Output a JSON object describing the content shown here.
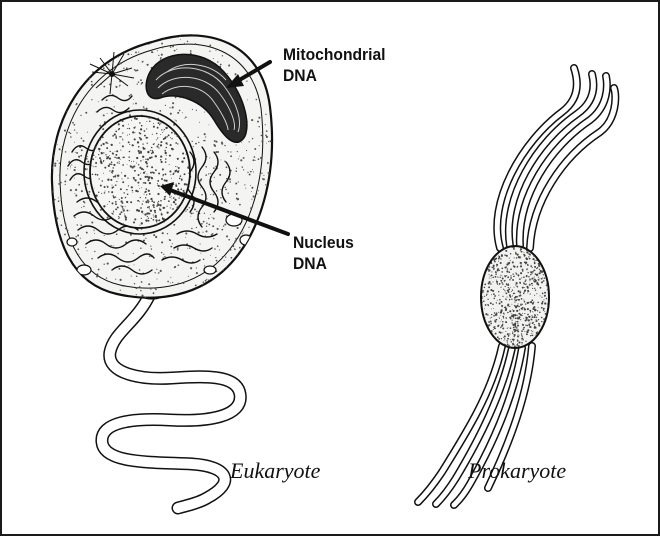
{
  "labels": {
    "mitochondrial_line1": "Mitochondrial",
    "mitochondrial_line2": "DNA",
    "nucleus_line1": "Nucleus",
    "nucleus_line2": "DNA",
    "eukaryote": "Eukaryote",
    "prokaryote": "Prokaryote"
  },
  "colors": {
    "ink": "#111111",
    "cell_fill": "#f4f4f2",
    "stipple": "#555555"
  }
}
